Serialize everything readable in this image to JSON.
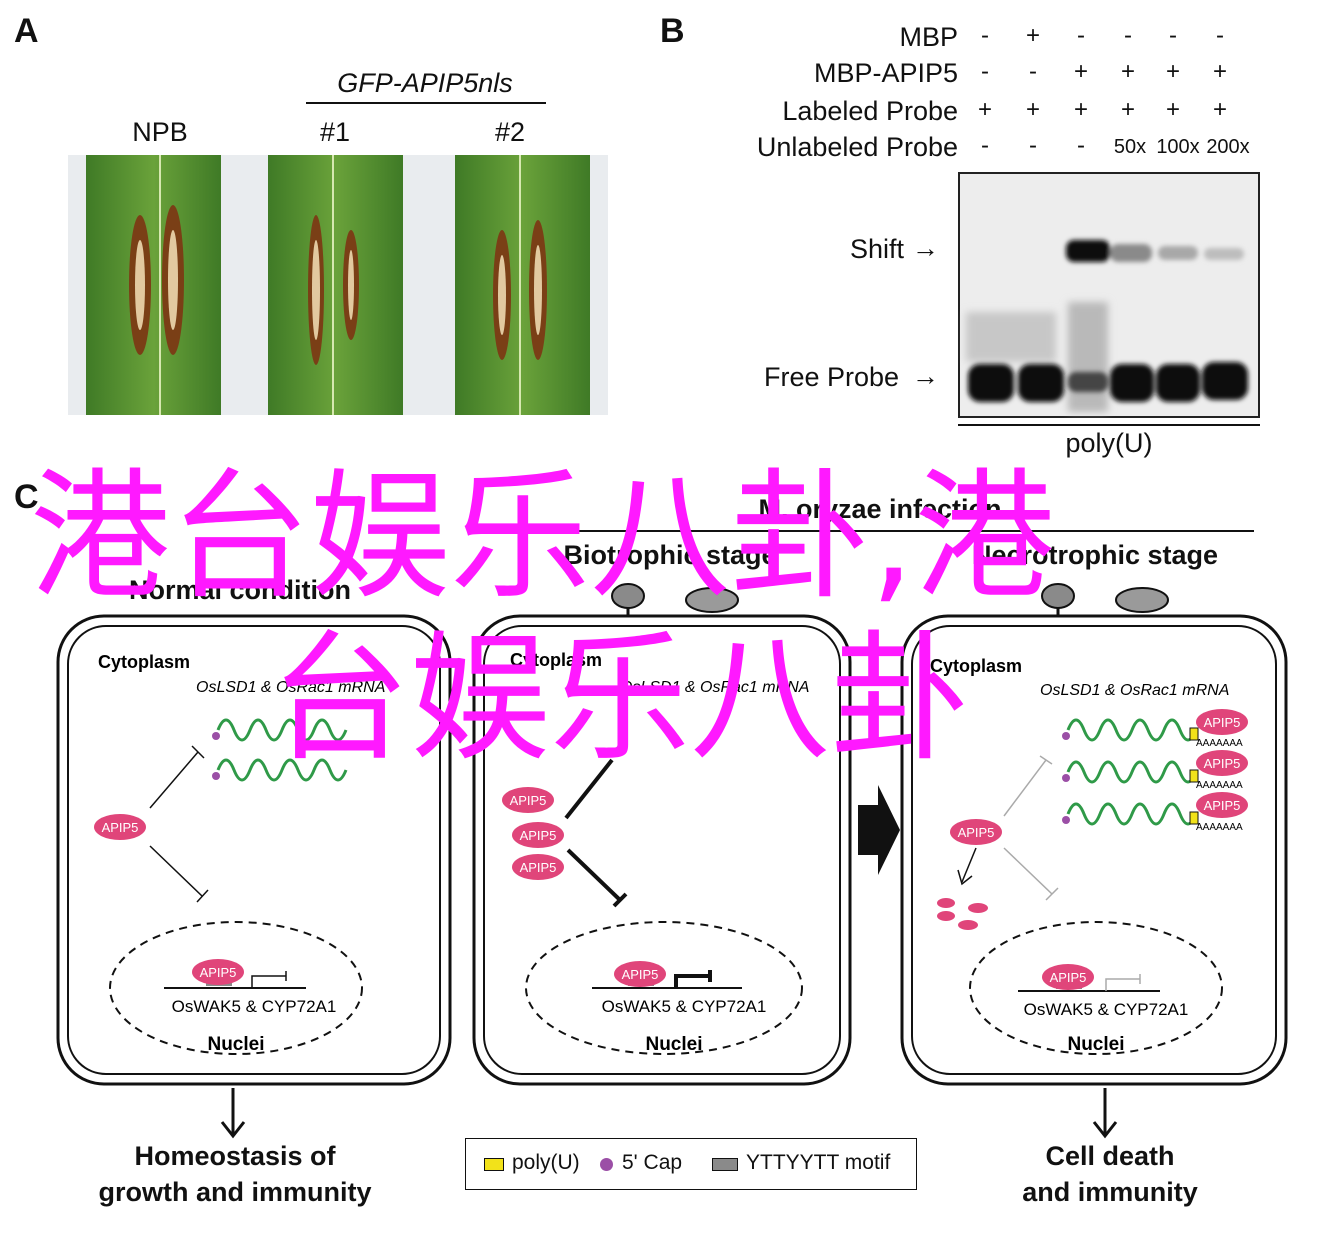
{
  "panels": {
    "a": {
      "label": "A",
      "construct": "GFP-APIP5nls",
      "lanes": [
        "NPB",
        "#1",
        "#2"
      ]
    },
    "b": {
      "label": "B",
      "rows": [
        {
          "label": "MBP",
          "signs": [
            "-",
            "+",
            "-",
            "-",
            "-",
            "-"
          ]
        },
        {
          "label": "MBP-APIP5",
          "signs": [
            "-",
            "-",
            "+",
            "+",
            "+",
            "+"
          ]
        },
        {
          "label": "Labeled Probe",
          "signs": [
            "+",
            "+",
            "+",
            "+",
            "+",
            "+"
          ]
        },
        {
          "label": "Unlabeled Probe",
          "signs": [
            "-",
            "-",
            "-",
            "50x",
            "100x",
            "200x"
          ]
        }
      ],
      "shift_label": "Shift",
      "free_label": "Free Probe",
      "polyu_label": "poly(U)"
    },
    "c": {
      "label": "C",
      "infection_header": "M. oryzae infection",
      "stages": [
        "Normal condition",
        "Biotrophic stage",
        "Necrotrophic stage"
      ],
      "cytoplasm": "Cytoplasm",
      "mrna_label": "OsLSD1 & OsRac1 mRNA",
      "protein": "APIP5",
      "polya": "AAAAAAA",
      "gene_label": "OsWAK5 & CYP72A1",
      "nuclei": "Nuclei",
      "outcome_left": [
        "Homeostasis of",
        "growth and immunity"
      ],
      "outcome_right": [
        "Cell death",
        "and immunity"
      ],
      "legend": {
        "polyu": "poly(U)",
        "cap": "5' Cap",
        "motif": "YTTYYTT motif"
      }
    }
  },
  "overlay_text": {
    "line1": "港台娱乐八卦,港",
    "line2": "台娱乐八卦"
  },
  "colors": {
    "leaf": "#4e8a2e",
    "lesion": "#8a4a1e",
    "protein": "#e0457a",
    "mrna": "#2f9a48",
    "cap": "#9b4fa6",
    "polyu": "#f2e21a",
    "motif": "#8a8a8a",
    "watermark": "#ff19ff"
  }
}
